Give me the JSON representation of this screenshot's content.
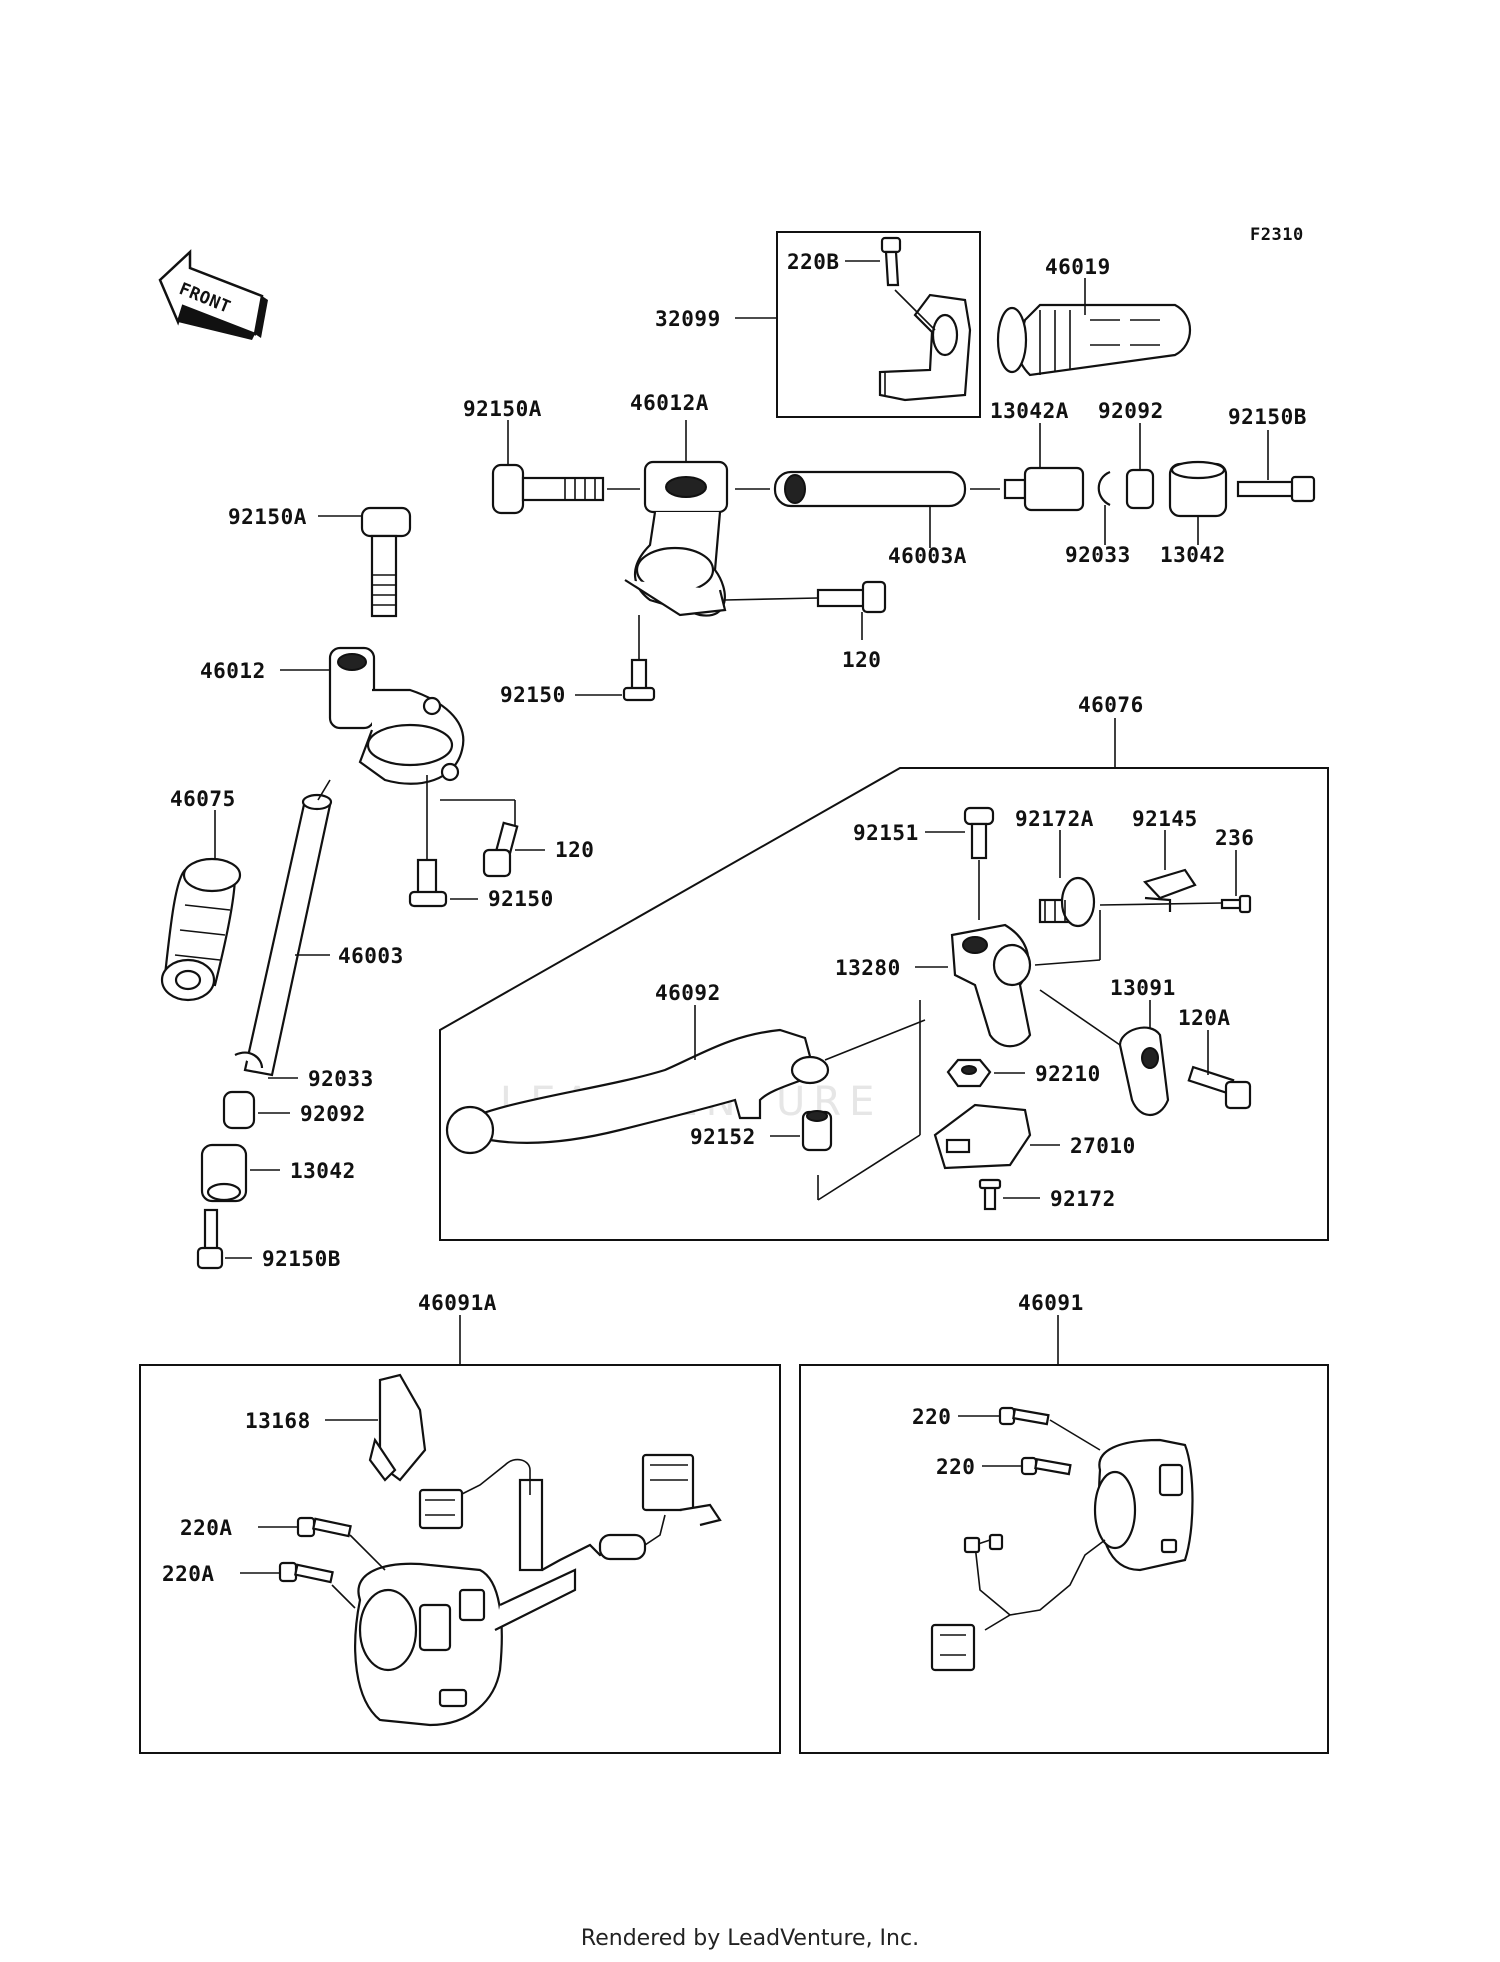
{
  "figure_code": "F2310",
  "front_arrow": "FRONT",
  "watermark": "LEADVENTURE",
  "footer": "Rendered by LeadVenture, Inc.",
  "labels": {
    "p220B": "220B",
    "p32099": "32099",
    "p46019": "46019",
    "p92150A_top": "92150A",
    "p46012A": "46012A",
    "p13042A": "13042A",
    "p92092_top": "92092",
    "p92150B_top": "92150B",
    "p46003A": "46003A",
    "p92033_top": "92033",
    "p13042_top": "13042",
    "p120_top": "120",
    "p92150_top": "92150",
    "p92150A_left": "92150A",
    "p46012": "46012",
    "p120_left": "120",
    "p92150_left": "92150",
    "p46075": "46075",
    "p46003": "46003",
    "p92033_left": "92033",
    "p92092_left": "92092",
    "p13042_left": "13042",
    "p92150B_left": "92150B",
    "p46076": "46076",
    "p92151": "92151",
    "p92172A": "92172A",
    "p92145": "92145",
    "p236": "236",
    "p13280": "13280",
    "p46092": "46092",
    "p13091": "13091",
    "p120A": "120A",
    "p92210": "92210",
    "p92152": "92152",
    "p27010": "27010",
    "p92172": "92172",
    "p46091A": "46091A",
    "p13168": "13168",
    "p220A_1": "220A",
    "p220A_2": "220A",
    "p46091": "46091",
    "p220_1": "220",
    "p220_2": "220"
  }
}
